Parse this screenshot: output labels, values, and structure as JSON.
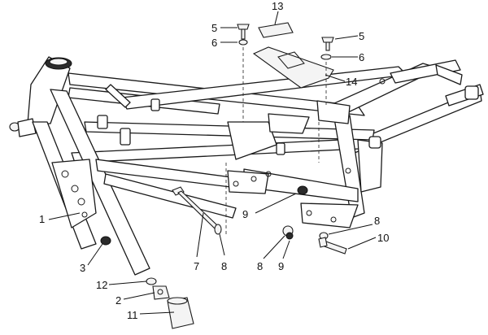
{
  "callouts": {
    "c1": "1",
    "c2": "2",
    "c3": "3",
    "c5a": "5",
    "c5b": "5",
    "c6a": "6",
    "c6b": "6",
    "c7": "7",
    "c8a": "8",
    "c8b": "8",
    "c8c": "8",
    "c9a": "9",
    "c9b": "9",
    "c10": "10",
    "c11": "11",
    "c12": "12",
    "c13": "13",
    "c14": "14"
  },
  "parts": {
    "frame": "frame-icon",
    "side_stand": "side-stand-icon",
    "battery_cover": "cover-plate-icon",
    "rubber_pad": "pad-icon",
    "long_bolt": "bolt-icon"
  }
}
